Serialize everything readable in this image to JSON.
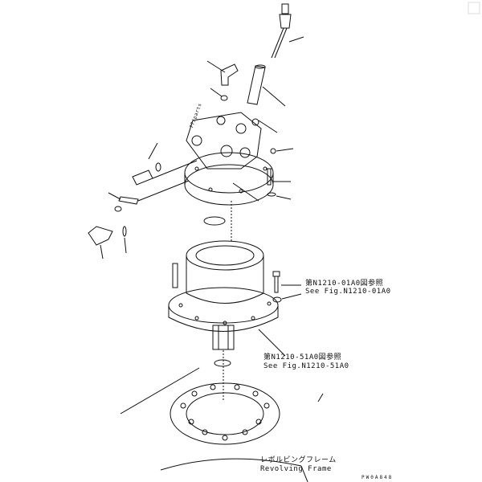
{
  "callouts": [
    {
      "jp": "第N1210-01A0図参照",
      "en": "See Fig.N1210-01A0"
    },
    {
      "jp": "第N1210-51A0図参照",
      "en": "See Fig.N1210-51A0"
    },
    {
      "jp": "レボルビングフレーム",
      "en": "Revolving Frame"
    }
  ],
  "parts_note": "77/parts",
  "drawing_code": "PW0A848"
}
